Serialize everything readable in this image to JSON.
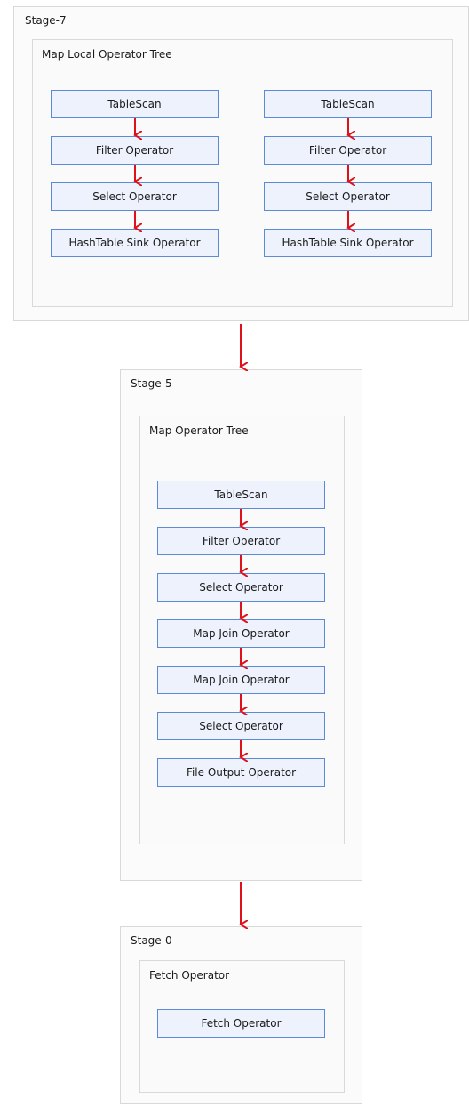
{
  "colors": {
    "arrow": "#e0101a",
    "op_fill": "#eef2fd",
    "op_border": "#5b8bd6",
    "container_border": "#d9d9d9"
  },
  "stage7": {
    "title": "Stage-7",
    "tree_title": "Map Local Operator Tree",
    "left_ops": [
      "TableScan",
      "Filter Operator",
      "Select Operator",
      "HashTable Sink Operator"
    ],
    "right_ops": [
      "TableScan",
      "Filter Operator",
      "Select Operator",
      "HashTable Sink Operator"
    ]
  },
  "stage5": {
    "title": "Stage-5",
    "tree_title": "Map Operator Tree",
    "ops": [
      "TableScan",
      "Filter Operator",
      "Select Operator",
      "Map Join Operator",
      "Map Join Operator",
      "Select Operator",
      "File Output Operator"
    ]
  },
  "stage0": {
    "title": "Stage-0",
    "tree_title": "Fetch Operator",
    "ops": [
      "Fetch Operator"
    ]
  }
}
